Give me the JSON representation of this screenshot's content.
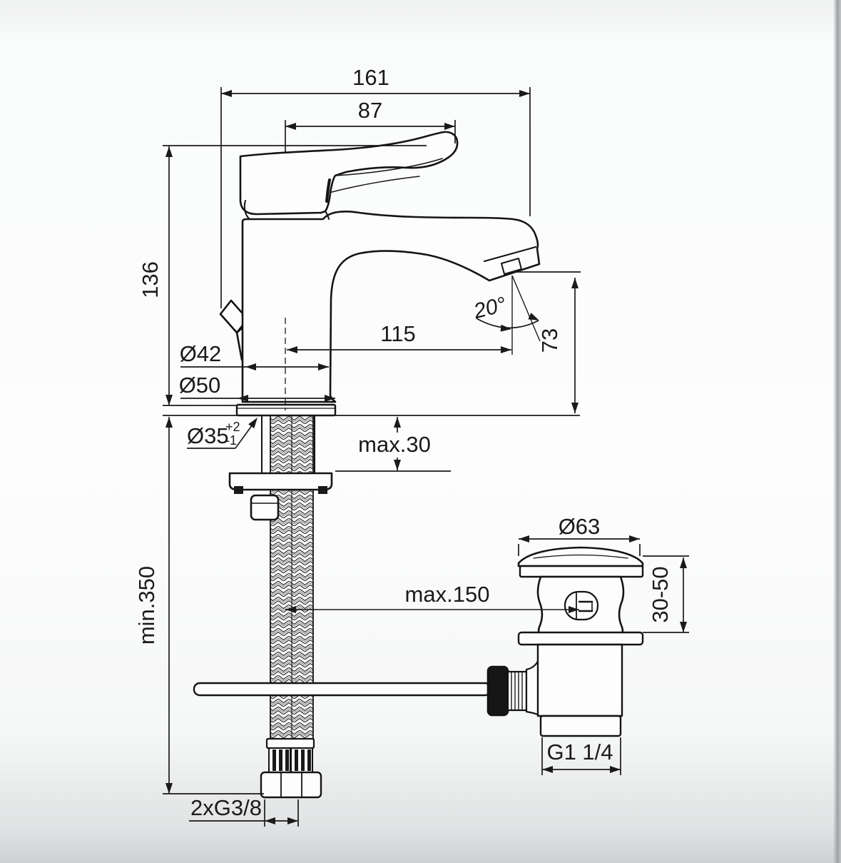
{
  "drawing": {
    "type": "technical-dimension-drawing",
    "subject": "single-lever basin mixer faucet with braided supply hoses and pop-up waste",
    "units": "mm",
    "colors": {
      "line": "#1a1a1a",
      "outline": "#141414",
      "paper": "#fdfdfd",
      "edge_shadow": "#9ea2a4"
    },
    "dimensions": {
      "overall_width": "161",
      "handle_reach": "87",
      "body_height": "136",
      "spout_reach": "115",
      "spout_angle": "20°",
      "outlet_height": "73",
      "body_diameter": "Ø42",
      "base_diameter": "Ø50",
      "hole_diameter": "Ø35",
      "hole_tolerance_plus": "+2",
      "hole_tolerance_minus": "-1",
      "deck_thickness_max": "max.30",
      "hose_length_min": "min.350",
      "pullrod_reach_max": "max.150",
      "waste_flange_diameter": "Ø63",
      "waste_deck_range": "30-50",
      "waste_thread": "G1 1/4",
      "hose_thread": "2xG3/8"
    }
  }
}
